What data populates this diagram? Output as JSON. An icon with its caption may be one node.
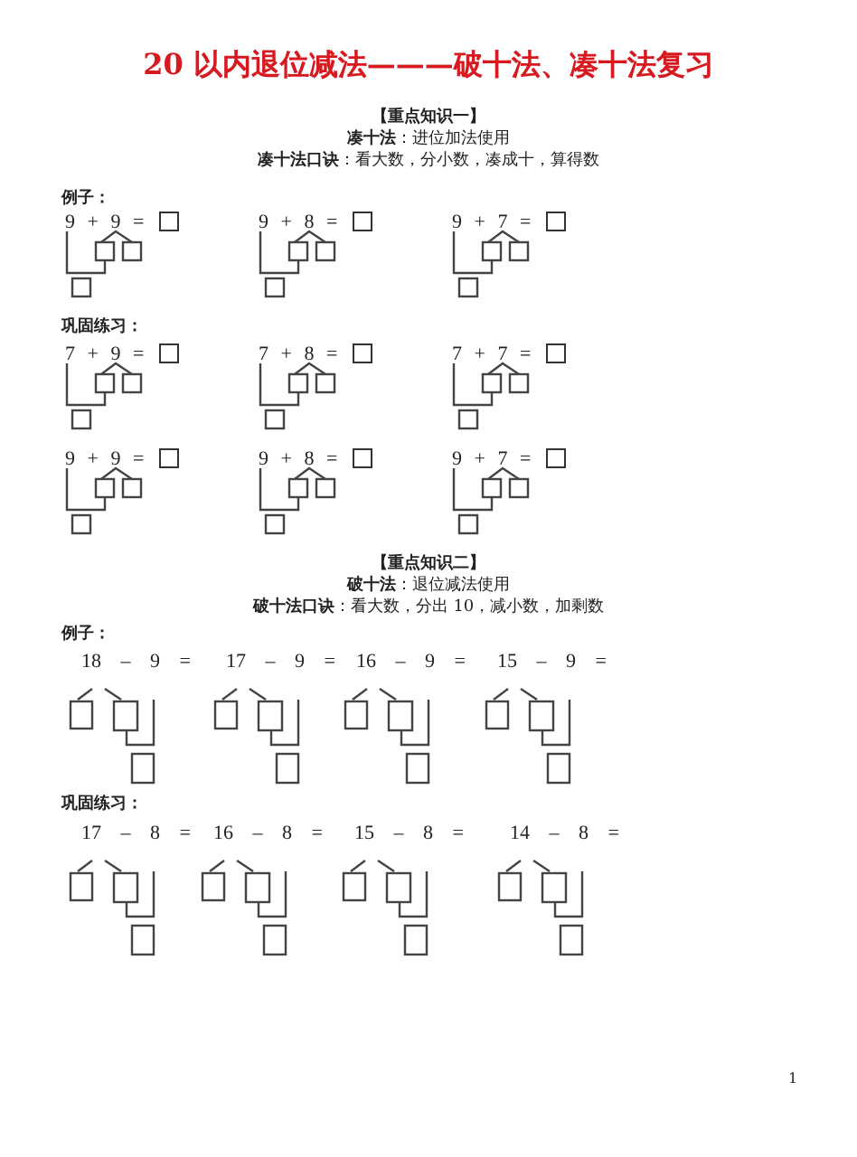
{
  "diagram": {
    "title": "20 以内退位减法———破十法、凑十法复习",
    "labels": [
      "【重点知识一】",
      "**凑十法**：进位加法使用",
      "**凑十法口诀**：看大数，分小数，凑成十，算得数",
      "例子：",
      "9 + 9 =",
      "9 + 8 =",
      "9 + 7 =",
      "巩固练习：",
      "7 + 9 =",
      "7 + 8 =",
      "7 + 7 =",
      "9 + 9 =",
      "9 + 8 =",
      "9 + 7 =",
      "【重点知识二】",
      "**破十法**：退位减法使用",
      "**破十法口诀**：看大数，分出 10，减小数，加剩数",
      "例子：",
      "18 – 9 =",
      "17 – 9 =",
      "16 – 9 =",
      "15 – 9 =",
      "巩固练习：",
      "17 – 8 =",
      "16 – 8 =",
      "15 – 8 =",
      "14 – 8 =",
      "1"
    ]
  }
}
